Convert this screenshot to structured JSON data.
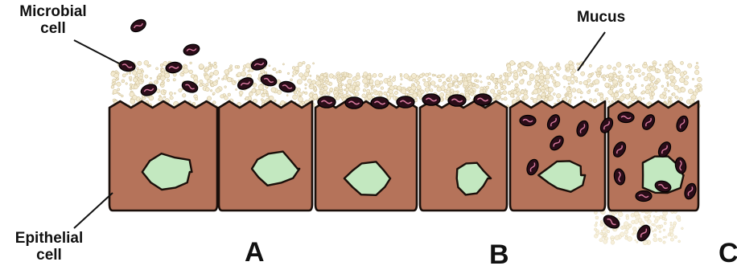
{
  "labels": {
    "microbial": "Microbial cell",
    "mucus": "Mucus",
    "epithelial": "Epithelial cell",
    "A": "A",
    "B": "B",
    "C": "C"
  },
  "colors": {
    "cell_fill": "#b5735a",
    "nucleus_fill": "#c3e8c0",
    "microbe_fill": "#2a0d18",
    "microbe_accent": "#d97aa0",
    "mucus_fill": "#f3ead0",
    "outline": "#1a0f0a"
  },
  "stages": [
    {
      "label": "A",
      "description": "microbes in mucus, above epithelium"
    },
    {
      "label": "B",
      "description": "microbes adhered to epithelial surface"
    },
    {
      "label": "C",
      "description": "microbes invading and exiting epithelial cells"
    }
  ]
}
